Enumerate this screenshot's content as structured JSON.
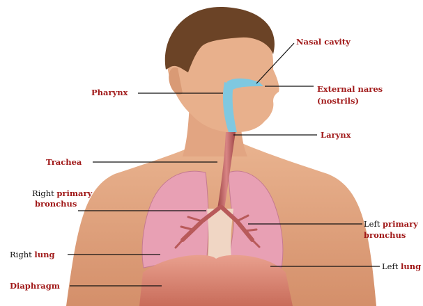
{
  "colors": {
    "label_red": "#a01818",
    "skin": "#e0a37e",
    "lung": "#e8a0b4",
    "trachea": "#b85a5a",
    "airway_blue": "#7fc8e0",
    "hair": "#6b4326"
  },
  "labels": {
    "nasal_cavity": "Nasal cavity",
    "pharynx": "Pharynx",
    "external_nares_1": "External nares",
    "external_nares_2": "(nostrils)",
    "larynx": "Larynx",
    "trachea": "Trachea",
    "right_primary_a": "Right",
    "right_primary_b": "primary",
    "right_primary_c": "bronchus",
    "left_primary_a": "Left",
    "left_primary_b": "primary",
    "left_primary_c": "bronchus",
    "right_lung_a": "Right",
    "right_lung_b": "lung",
    "left_lung_a": "Left",
    "left_lung_b": "lung",
    "diaphragm": "Diaphragm"
  }
}
